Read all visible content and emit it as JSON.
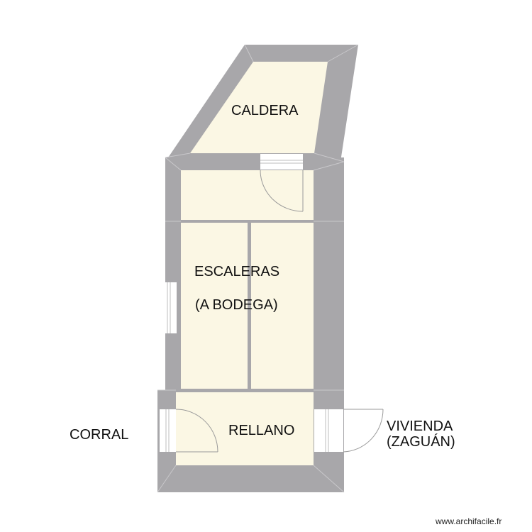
{
  "plan": {
    "colors": {
      "wall": "#a8a7aa",
      "floor": "#fbf7e4",
      "wall_edge": "#c9c8cb",
      "door_line": "#9a9a9a",
      "window_fill": "#ffffff"
    },
    "rooms": [
      {
        "id": "caldera",
        "name": "CALDERA"
      },
      {
        "id": "escaleras",
        "name": "ESCALERAS",
        "subtitle": "(A BODEGA)"
      },
      {
        "id": "rellano",
        "name": "RELLANO"
      }
    ],
    "outside_labels": {
      "corral": "CORRAL",
      "vivienda_line1": "VIVIENDA",
      "vivienda_line2": "(ZAGUÁN)"
    }
  },
  "footer": {
    "watermark": "www.archifacile.fr"
  }
}
